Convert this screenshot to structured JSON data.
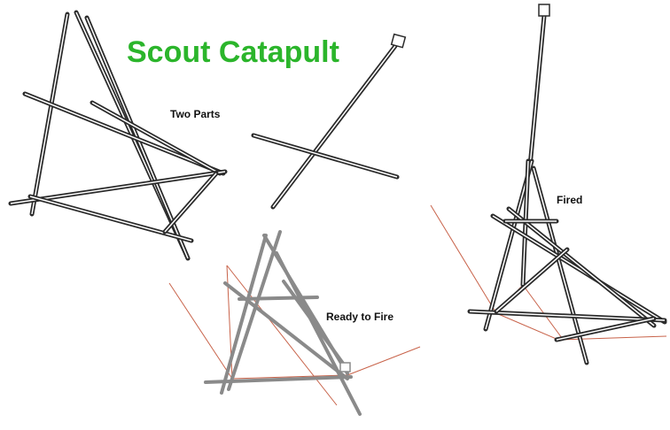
{
  "diagram": {
    "title": "Scout Catapult",
    "labels": {
      "two_parts": "Two Parts",
      "ready_to_fire": "Ready to Fire",
      "fired": "Fired"
    },
    "colors": {
      "title": "#2bb52b",
      "pole_dark": "#2b2b2b",
      "pole_light": "#8a8a8a",
      "rope": "#c8634a",
      "background": "#ffffff"
    }
  }
}
